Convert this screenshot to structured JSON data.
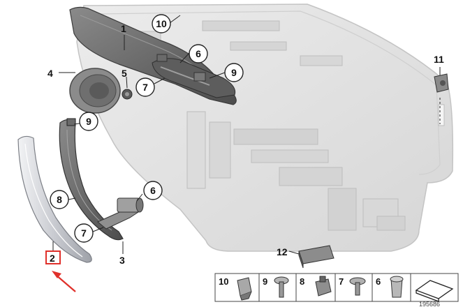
{
  "callouts": {
    "c1": "1",
    "c2": "2",
    "c3": "3",
    "c4": "4",
    "c5": "5",
    "c6a": "6",
    "c6b": "6",
    "c7a": "7",
    "c7b": "7",
    "c8": "8",
    "c9a": "9",
    "c9b": "9",
    "c10": "10",
    "c11": "11",
    "c12": "12"
  },
  "legend": {
    "l10": "10",
    "l9": "9",
    "l8": "8",
    "l7": "7",
    "l6": "6"
  },
  "diagram_id": "195686",
  "colors": {
    "door": "#e3e3e3",
    "door_stroke": "#c4c4c4",
    "dark_trim": "#6d6d6d",
    "silver_trim": "#c9cbd0",
    "highlight": "#e0302a",
    "line": "#222222"
  }
}
